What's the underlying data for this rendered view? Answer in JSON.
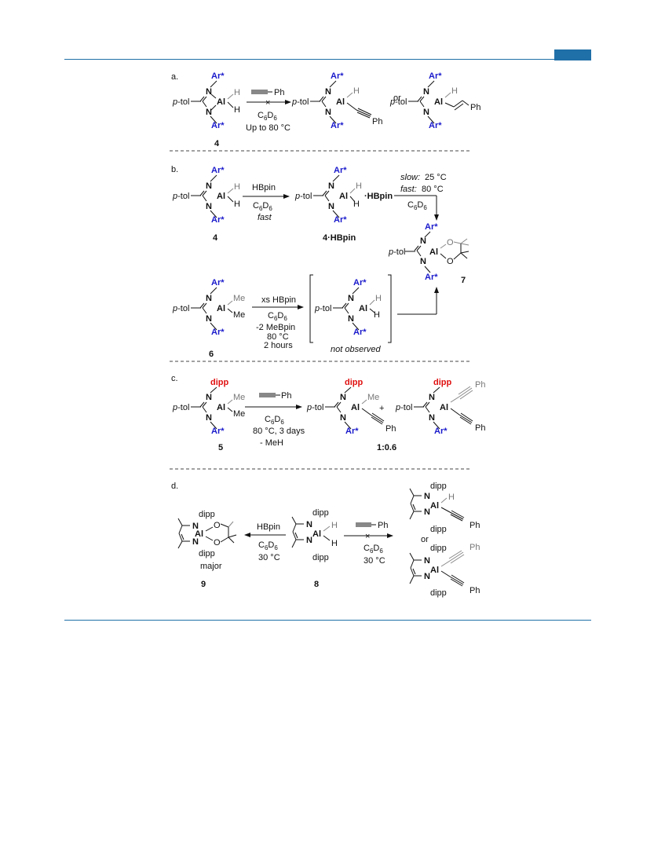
{
  "header": {
    "accent_color": "#1f6fa8"
  },
  "labels": {
    "ar": "Ar*",
    "n": "N",
    "al": "Al",
    "h": "H",
    "me": "Me",
    "o": "O",
    "ptol": "p-tol",
    "ph": "Ph",
    "dipp": "dipp",
    "c6d6": "C6D6"
  },
  "panel_a": {
    "label": "a.",
    "compound": "4",
    "reagent": "Ph",
    "conditions_1": "C6D6",
    "conditions_2": "Up to 80 °C",
    "or": "or"
  },
  "panel_b": {
    "label": "b.",
    "compound_4": "4",
    "reagent_1": "HBpin",
    "cond_1": "C6D6",
    "cond_2": "fast",
    "adduct_suffix": "·HBpin",
    "adduct_label": "4·HBpin",
    "slow_label": "slow:",
    "slow_temp": "25 °C",
    "fast_label": "fast:",
    "fast_temp": "80 °C",
    "cond_3": "C6D6",
    "product": "7",
    "compound_6": "6",
    "reagent_2": "xs HBpin",
    "cond_4": "C6D6",
    "cond_5": "-2 MeBpin",
    "cond_6": "80 °C",
    "cond_7": "2 hours",
    "not_observed": "not observed"
  },
  "panel_c": {
    "label": "c.",
    "compound": "5",
    "reagent": "Ph",
    "cond_1": "C6D6",
    "cond_2": "80 °C, 3 days",
    "cond_3": "- MeH",
    "plus": "+",
    "ratio": "1:0.6"
  },
  "panel_d": {
    "label": "d.",
    "reagent_1": "HBpin",
    "cond_1": "C6D6",
    "cond_2": "30 °C",
    "major": "major",
    "product_9": "9",
    "compound_8": "8",
    "reagent_2": "Ph",
    "cond_3": "C6D6",
    "cond_4": "30 °C",
    "or": "or"
  }
}
